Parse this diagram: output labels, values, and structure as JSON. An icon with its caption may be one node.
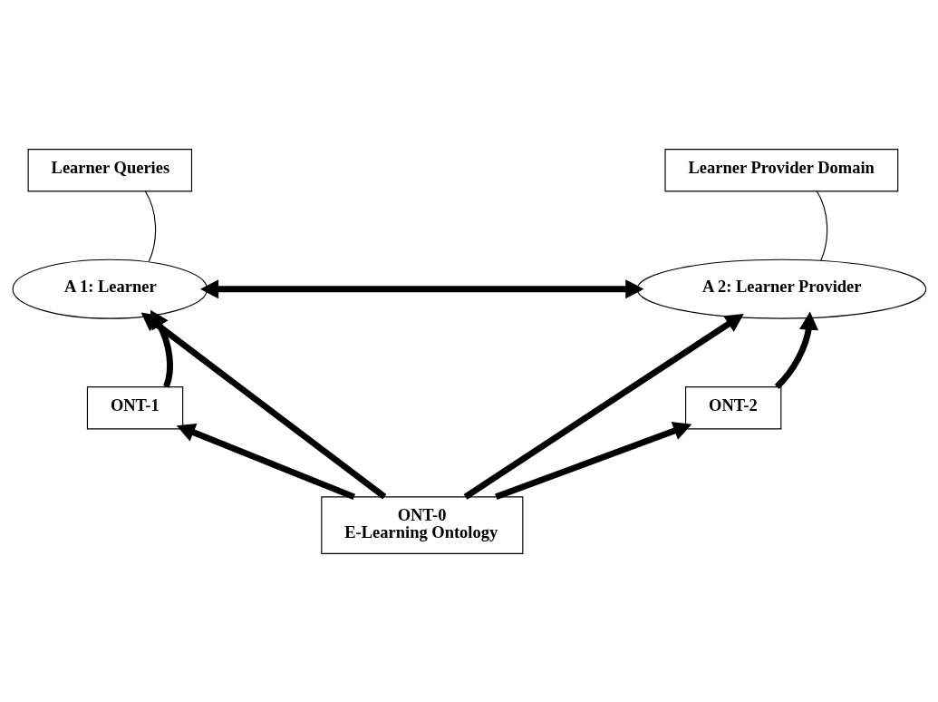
{
  "diagram": {
    "nodes": [
      {
        "text": [
          "Learner Queries"
        ]
      },
      {
        "text": [
          "Learner Provider Domain"
        ]
      },
      {
        "text": [
          "A 1: Learner"
        ]
      },
      {
        "text": [
          "A 2: Learner Provider"
        ]
      },
      {
        "text": [
          "ONT-1"
        ]
      },
      {
        "text": [
          "ONT-2"
        ]
      },
      {
        "text": [
          "ONT-0",
          "E-Learning Ontology"
        ]
      }
    ],
    "edges": [
      {
        "from": 0,
        "to": 2,
        "arrow": "none"
      },
      {
        "from": 1,
        "to": 3,
        "arrow": "none"
      },
      {
        "from": 2,
        "to": 3,
        "arrow": "both"
      },
      {
        "from": 4,
        "to": 2,
        "arrow": "to"
      },
      {
        "from": 6,
        "to": 2,
        "arrow": "to"
      },
      {
        "from": 6,
        "to": 3,
        "arrow": "to"
      },
      {
        "from": 5,
        "to": 3,
        "arrow": "to"
      },
      {
        "from": 6,
        "to": 4,
        "arrow": "to"
      },
      {
        "from": 6,
        "to": 5,
        "arrow": "to"
      }
    ]
  }
}
